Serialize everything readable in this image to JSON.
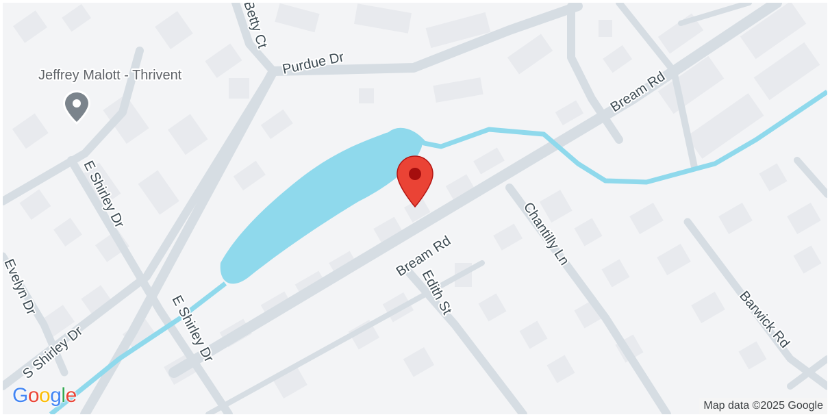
{
  "map": {
    "poi": {
      "name": "Jeffrey Malott - Thrivent",
      "icon": "place-pin-icon"
    },
    "marker": {
      "icon": "red-location-marker-icon",
      "color": "#ea4335"
    },
    "streets": {
      "purdue": "Purdue Dr",
      "betty": "Betty Ct",
      "bream_upper": "Bream Rd",
      "bream_lower": "Bream Rd",
      "e_shirley_upper": "E Shirley Dr",
      "e_shirley_lower": "E Shirley Dr",
      "s_shirley": "S Shirley Dr",
      "evelyn": "Evelyn Dr",
      "edith": "Edith St",
      "chantilly": "Chantilly Ln",
      "barwick": "Barwick Rd"
    },
    "colors": {
      "land": "#f3f4f6",
      "road": "#d6dde3",
      "building": "#e8eaee",
      "water": "#8fd9ec"
    },
    "logo": {
      "letters": [
        "G",
        "o",
        "o",
        "g",
        "l",
        "e"
      ],
      "colors": [
        "#4285F4",
        "#EA4335",
        "#FBBC05",
        "#4285F4",
        "#34A853",
        "#EA4335"
      ]
    },
    "attribution": "Map data ©2025 Google"
  }
}
